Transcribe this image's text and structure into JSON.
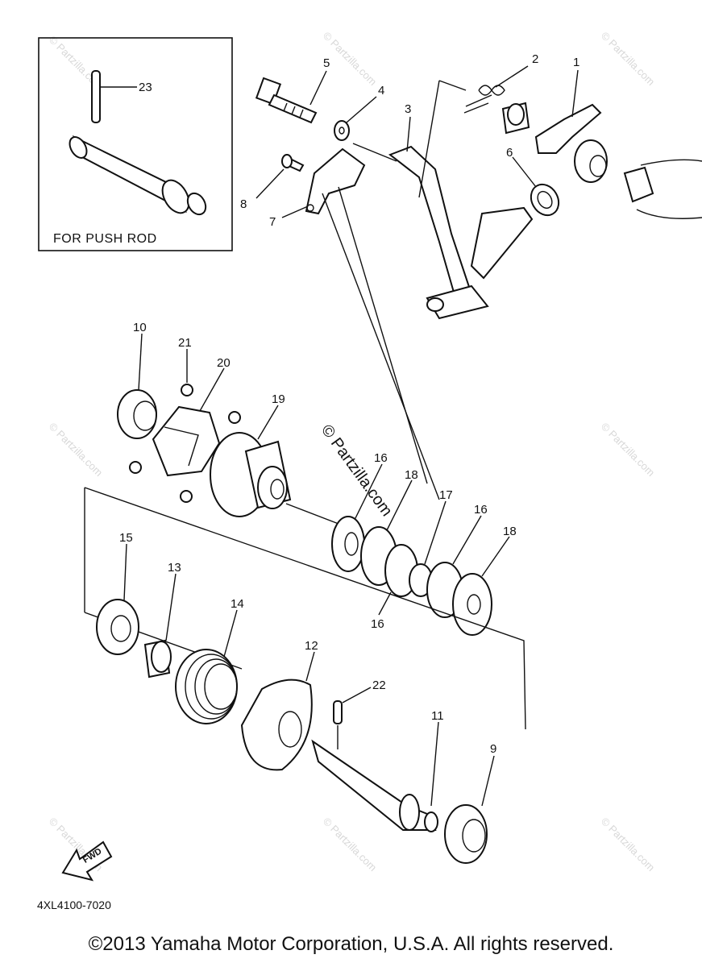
{
  "inset": {
    "title": "FOR PUSH ROD",
    "part_number": "23"
  },
  "callouts": {
    "p1": "1",
    "p2": "2",
    "p3": "3",
    "p4": "4",
    "p5": "5",
    "p6": "6",
    "p7": "7",
    "p8": "8",
    "p9": "9",
    "p10": "10",
    "p11": "11",
    "p12": "12",
    "p13": "13",
    "p14": "14",
    "p15": "15",
    "p16a": "16",
    "p16b": "16",
    "p16c": "16",
    "p17": "17",
    "p18a": "18",
    "p18b": "18",
    "p19": "19",
    "p20": "20",
    "p21": "21",
    "p22": "22"
  },
  "watermark": {
    "center": "© Partzilla.com",
    "tile": "© Partzilla.com"
  },
  "direction_arrow": {
    "label": "FWD",
    "icon": "arrow-forward-icon"
  },
  "diagram_code": "4XL4100-7020",
  "copyright": "©2013 Yamaha Motor Corporation, U.S.A. All rights reserved."
}
